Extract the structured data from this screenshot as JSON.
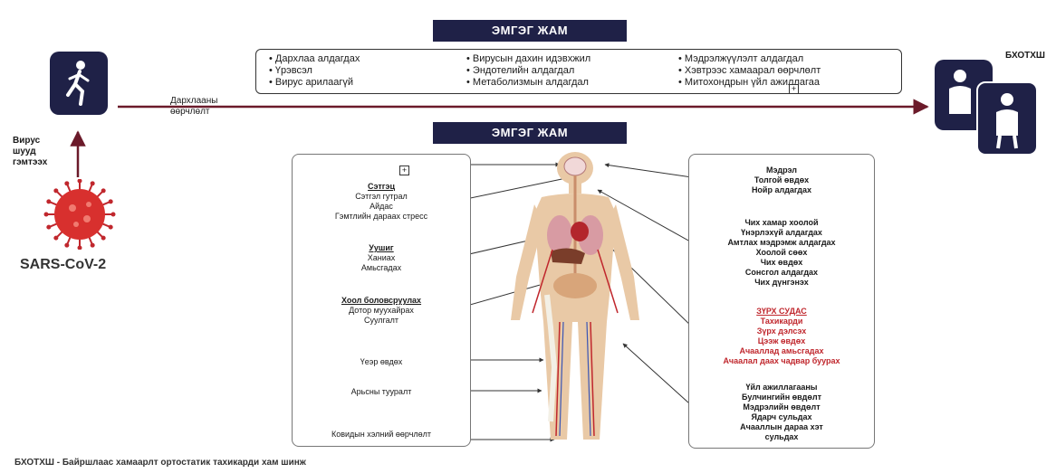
{
  "banner_top": "ЭМГЭГ ЖАМ",
  "banner_mid": "ЭМГЭГ ЖАМ",
  "mechanisms": {
    "col1": [
      "Дархлаа алдагдах",
      "Үрэвсэл",
      "Вирус арилаагүй"
    ],
    "col2": [
      "Вирусын дахин идэвхжил",
      "Эндотелийн алдагдал",
      "Метаболизмын алдагдал"
    ],
    "col3": [
      "Мэдрэлжүүлэлт алдагдал",
      "Хэвтрээс хамаарал өөрчлөлт",
      "Митохондрын үйл ажиллагаа"
    ]
  },
  "immune_change": [
    "Дархлааны",
    "өөрчлөлт"
  ],
  "virus_damage": [
    "Вирус",
    "шууд",
    "гэмтээх"
  ],
  "virus_name": "SARS-CoV-2",
  "right_label": "БХОТХШ",
  "left_panel": {
    "psych": {
      "title": "Сэтгэц",
      "items": [
        "Сэтгэл гутрал",
        "Айдас",
        "Гэмтлийн дараах стресс"
      ]
    },
    "lung": {
      "title": "Уушиг",
      "items": [
        "Ханиах",
        "Амьсгадах"
      ]
    },
    "digest": {
      "title": "Хоол боловсруулах",
      "items": [
        "Дотор муухайрах",
        "Суулгалт"
      ]
    },
    "singles": [
      "Үеэр өвдөх",
      "Арьсны тууралт",
      "Ковидын хэлний өөрчлөлт"
    ]
  },
  "right_panel": {
    "neuro": {
      "title": "Мэдрэл",
      "items": [
        "Толгой өвдөх",
        "Нойр алдагдах"
      ]
    },
    "ent": {
      "title": "Чих хамар хоолой",
      "items": [
        "Үнэрлэхүй алдагдах",
        "Амтлах мэдрэмж алдагдах",
        "Хоолой сөөх",
        "Чих өвдөх",
        "Сонсгол алдагдах",
        "Чих дүнгэнэх"
      ]
    },
    "cardio": {
      "title": "ЗҮРХ СУДАС",
      "items": [
        "Тахикарди",
        "Зүрх дэлсэх",
        "Цээж өвдөх",
        "Ачааллад амьсгадах",
        "Ачаалал даах чадвар буурах"
      ]
    },
    "function": {
      "title": "Үйл ажиллагааны",
      "items": [
        "Булчингийн өвдөлт",
        "Мэдрэлийн өвдөлт",
        "Ядарч сульдах",
        "Ачааллын дараа хэт",
        "сульдах"
      ]
    }
  },
  "footer": "БХОТХШ - Байршлаас хамаарлт ортостатик тахикарди хам шинж",
  "colors": {
    "navy": "#1f2147",
    "maroon": "#6b1a2a",
    "red": "#c0272d",
    "skin": "#e9c9a6"
  }
}
